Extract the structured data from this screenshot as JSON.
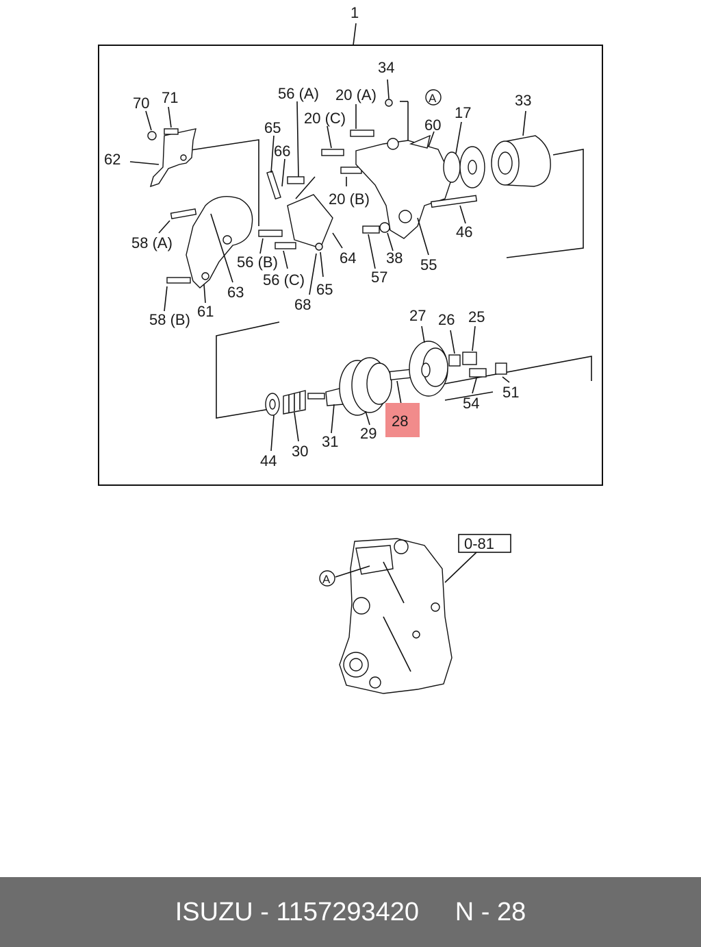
{
  "diagram": {
    "group_label": "1",
    "highlight_color": "#f18b8b",
    "callouts": {
      "p70": "70",
      "p71": "71",
      "p62": "62",
      "p56a": "56 (A)",
      "p20a": "20 (A)",
      "p34": "34",
      "p60": "60",
      "p17": "17",
      "p33": "33",
      "p65a": "65",
      "p66": "66",
      "p20c": "20 (C)",
      "p20b": "20 (B)",
      "p58a": "58 (A)",
      "p56b": "56 (B)",
      "p56c": "56 (C)",
      "p64": "64",
      "p65b": "65",
      "p68": "68",
      "p63": "63",
      "p61": "61",
      "p58b": "58 (B)",
      "p57": "57",
      "p38": "38",
      "p55": "55",
      "p46": "46",
      "p27": "27",
      "p26": "26",
      "p25": "25",
      "p28": "28",
      "p29": "29",
      "p31": "31",
      "p30": "30",
      "p44": "44",
      "p54": "54",
      "p51": "51"
    },
    "ref_A": "A",
    "ref_A2": "A",
    "ref_box": "0-81"
  },
  "footer": {
    "brand": "ISUZU",
    "part_number": "1157293420",
    "page": "N - 28",
    "text": "ISUZU - 1157293420     N - 28"
  }
}
